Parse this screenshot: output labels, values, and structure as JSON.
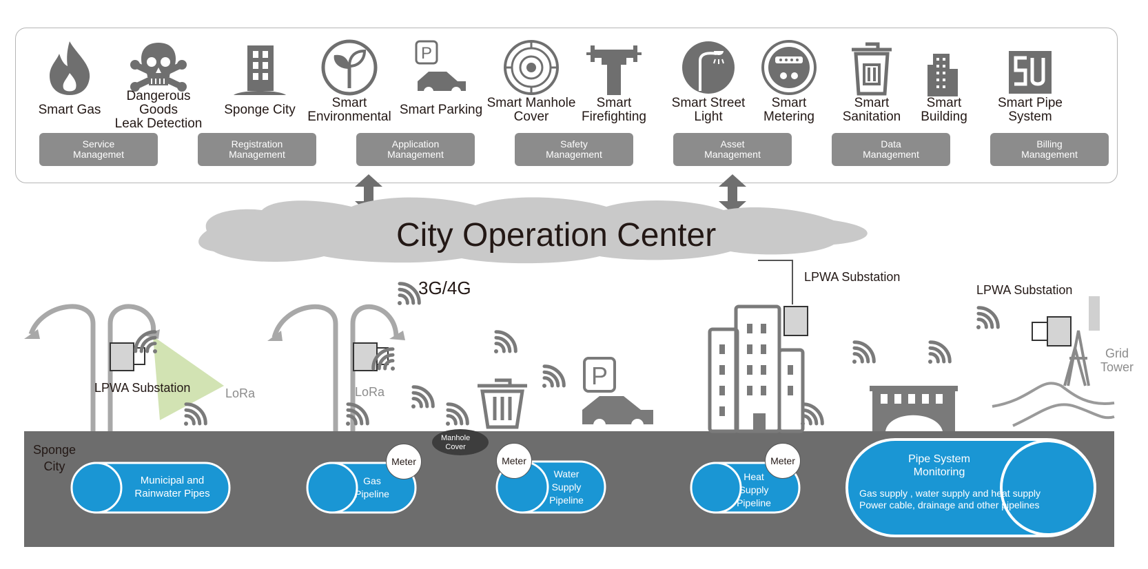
{
  "apps": [
    {
      "name": "gas-flame-icon",
      "label": "Smart Gas"
    },
    {
      "name": "skull-icon",
      "label": "Dangerous Goods\nLeak Detection"
    },
    {
      "name": "building-icon",
      "label": "Sponge City"
    },
    {
      "name": "leaf-circle-icon",
      "label": "Smart\nEnvironmental"
    },
    {
      "name": "parking-car-icon",
      "label": "Smart Parking"
    },
    {
      "name": "manhole-icon",
      "label": "Smart Manhole\nCover"
    },
    {
      "name": "hydrant-icon",
      "label": "Smart\nFirefighting"
    },
    {
      "name": "street-light-icon",
      "label": "Smart Street\nLight"
    },
    {
      "name": "meter-icon",
      "label": "Smart\nMetering"
    },
    {
      "name": "trash-icon",
      "label": "Smart\nSanitation"
    },
    {
      "name": "tower-building-icon",
      "label": "Smart\nBuilding"
    },
    {
      "name": "su-logo-icon",
      "label": "Smart Pipe\nSystem"
    }
  ],
  "management": [
    "Service\nManagemet",
    "Registration\nManagement",
    "Application\nManagement",
    "Safety\nManagement",
    "Asset\nManagement",
    "Data\nManagement",
    "Billing\nManagement"
  ],
  "center": {
    "title": "City Operation Center"
  },
  "labels": {
    "lpwa1": "LPWA Substation",
    "lora1": "LoRa",
    "lora2": "LoRa",
    "net": "3G/4G",
    "lpwa2": "LPWA Substation",
    "lpwa3": "LPWA Substation",
    "grid": "Grid\nTower",
    "sponge": "Sponge\nCity",
    "manhole": "Manhole\nCover"
  },
  "pipes": {
    "municipal": "Municipal and\nRainwater Pipes",
    "gas": "Gas\nPipeline",
    "water": "Water\nSupply\nPipeline",
    "heat": "Heat\nSupply\nPipeline",
    "monitor_title": "Pipe System\nMonitoring",
    "monitor_desc": "Gas supply , water supply and heat supply\nPower cable, drainage and other pipelines"
  },
  "meter_label": "Meter",
  "colors": {
    "pipe": "#1a96d4",
    "ground": "#6d6d6d",
    "icon": "#6f6f6f",
    "cloud": "#c9c9c9",
    "mgmt": "#8c8c8c"
  }
}
